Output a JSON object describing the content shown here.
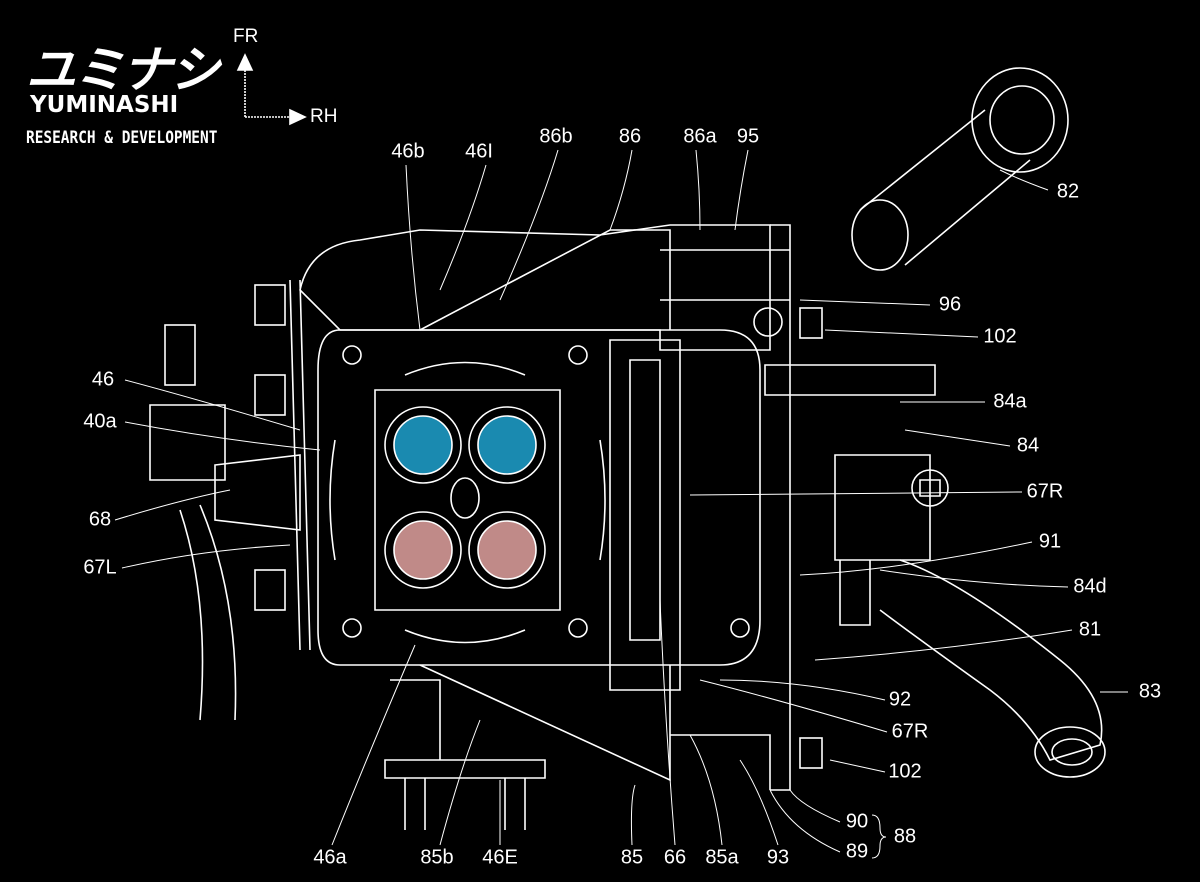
{
  "logo": {
    "jp": "ユミナシ",
    "en": "YUMINASHI",
    "sub": "RESEARCH & DEVELOPMENT"
  },
  "direction": {
    "up": "FR",
    "right": "RH"
  },
  "colors": {
    "intake": "#1a8ab0",
    "exhaust": "#c08a88",
    "line": "#ffffff",
    "bg": "#000000"
  },
  "labels": [
    "46b",
    "46I",
    "86b",
    "86",
    "86a",
    "95",
    "82",
    "96",
    "102",
    "84a",
    "84",
    "67R",
    "46",
    "40a",
    "68",
    "67L",
    "91",
    "84d",
    "81",
    "83",
    "92",
    "67R",
    "102",
    "90",
    "89",
    "88",
    "46a",
    "85b",
    "46E",
    "85",
    "66",
    "85a",
    "93"
  ]
}
